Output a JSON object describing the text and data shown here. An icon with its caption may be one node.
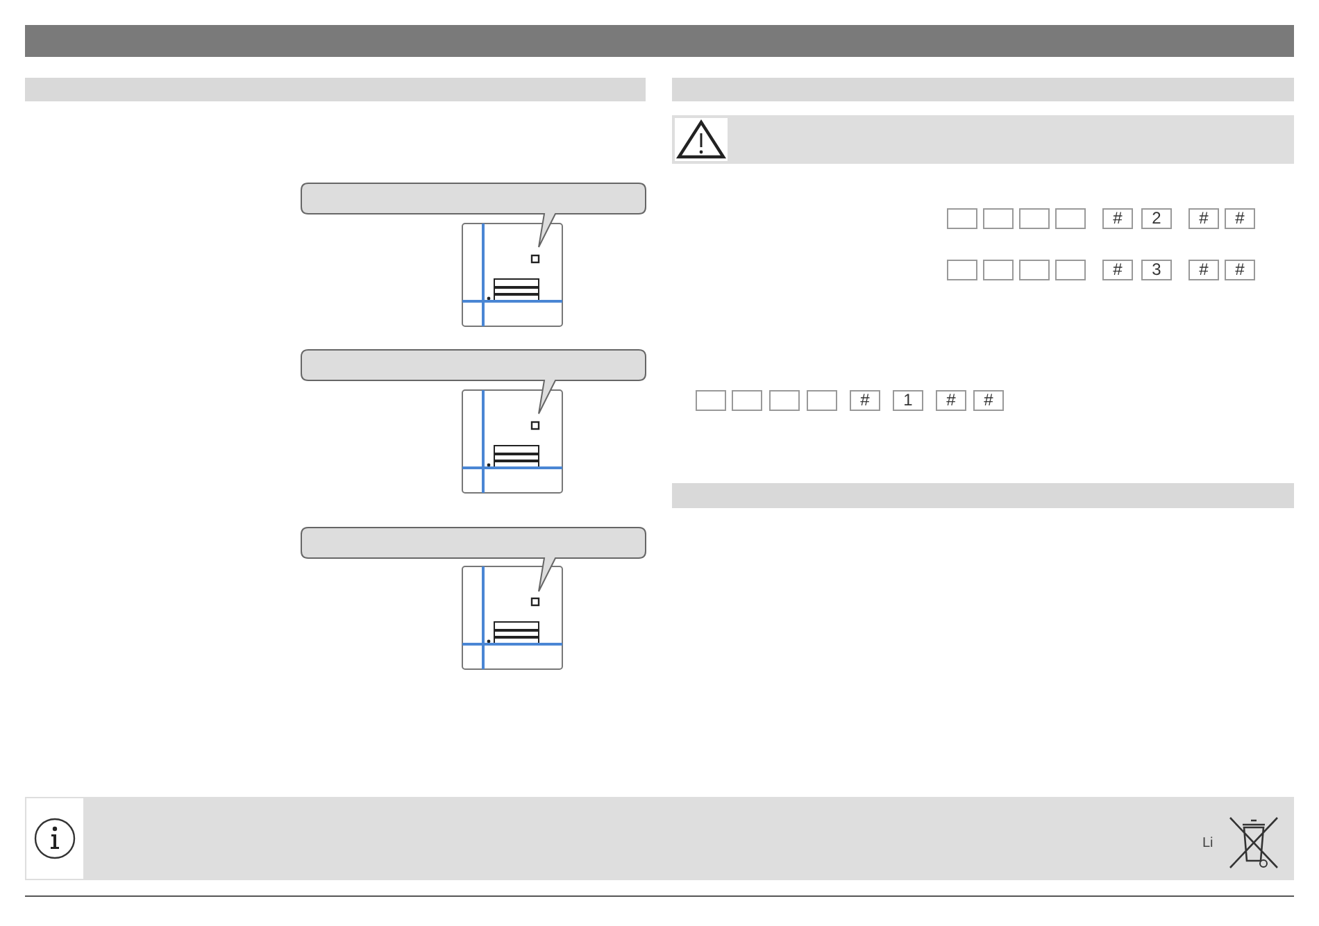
{
  "diagram": {
    "nodes": [
      {
        "text": [],
        "shape": "bar"
      },
      {
        "text": [],
        "shape": "bubble"
      },
      {
        "text": [],
        "shape": "bubble"
      },
      {
        "text": [],
        "shape": "bubble"
      },
      {
        "text": [],
        "shape": "bar"
      },
      {
        "text": [],
        "shape": "box"
      },
      {
        "text": [],
        "shape": "box"
      },
      {
        "text": [],
        "shape": "box"
      },
      {
        "text": [],
        "shape": "box"
      },
      {
        "text": [
          "#"
        ]
      },
      {
        "text": [
          "2"
        ]
      },
      {
        "text": [
          "#"
        ]
      },
      {
        "text": [
          "#"
        ]
      },
      {
        "text": [],
        "shape": "box"
      },
      {
        "text": [],
        "shape": "box"
      },
      {
        "text": [],
        "shape": "box"
      },
      {
        "text": [],
        "shape": "box"
      },
      {
        "text": [
          "#"
        ]
      },
      {
        "text": [
          "3"
        ]
      },
      {
        "text": [
          "#"
        ]
      },
      {
        "text": [
          "#"
        ]
      },
      {
        "text": [],
        "shape": "box"
      },
      {
        "text": [],
        "shape": "box"
      },
      {
        "text": [],
        "shape": "box"
      },
      {
        "text": [],
        "shape": "box"
      },
      {
        "text": [
          "#"
        ]
      },
      {
        "text": [
          "1"
        ]
      },
      {
        "text": [
          "#"
        ]
      },
      {
        "text": [
          "#"
        ]
      },
      {
        "text": [],
        "shape": "bar"
      }
    ],
    "labels": [
      "Li"
    ]
  }
}
